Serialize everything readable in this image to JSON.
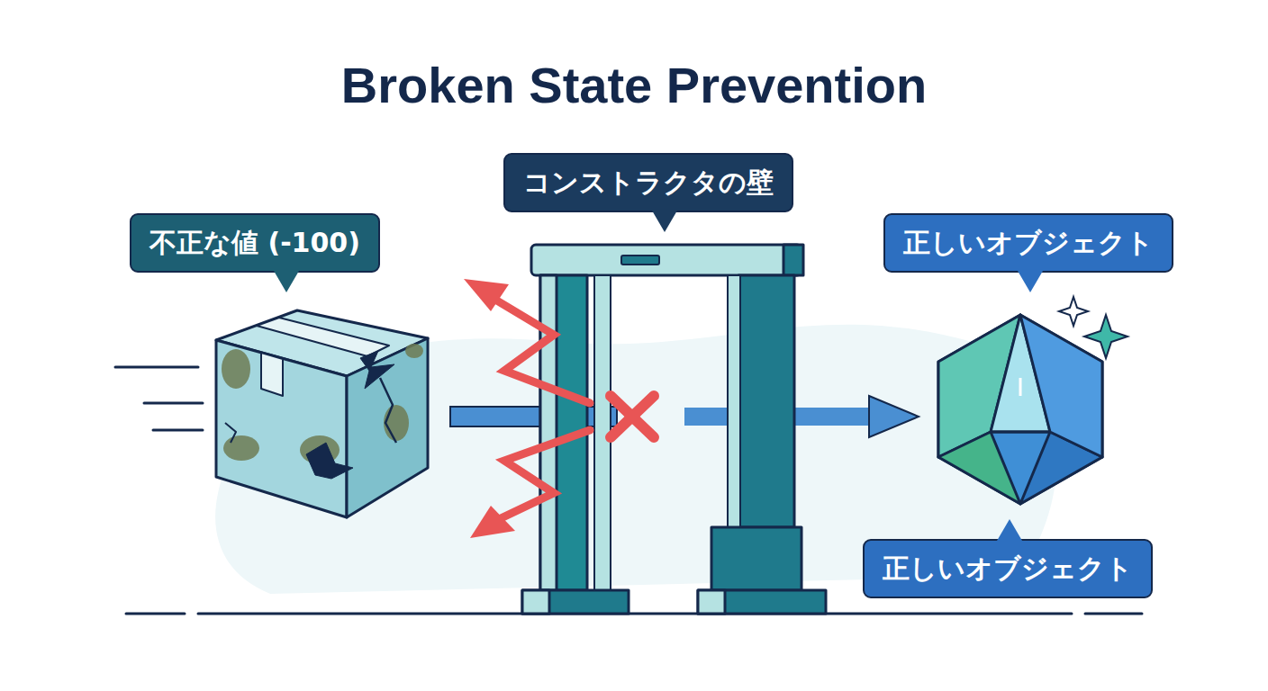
{
  "diagram": {
    "title": "Broken State Prevention",
    "nodes": [
      {
        "text": [
          "不正な値 (-100)"
        ]
      },
      {
        "text": [
          "コンストラクタの壁"
        ]
      },
      {
        "text": [
          "正しいオブジェクト"
        ]
      },
      {
        "text": [
          "正しいオブジェクト"
        ]
      }
    ]
  }
}
